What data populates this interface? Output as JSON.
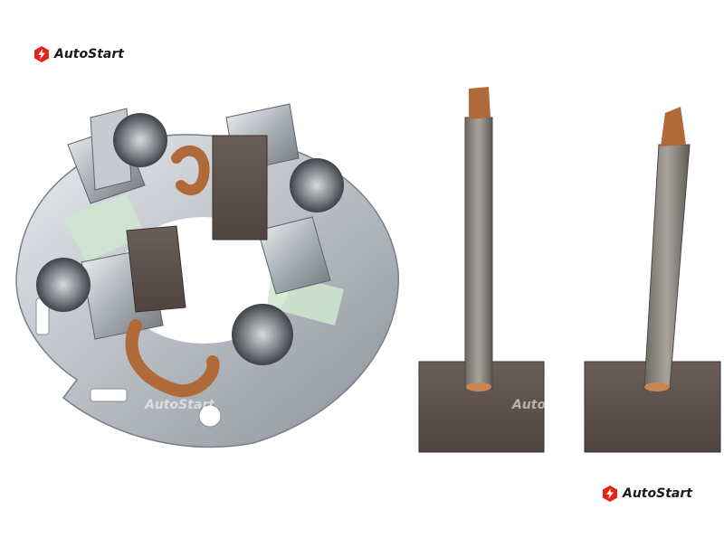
{
  "brand": {
    "name": "AutoStart",
    "accent": "#e2231a"
  },
  "watermark": "AutoStart",
  "product": {
    "description_icon": "brush-holder-assembly-photo",
    "brushes_icon": "carbon-brush-pair-photo"
  }
}
